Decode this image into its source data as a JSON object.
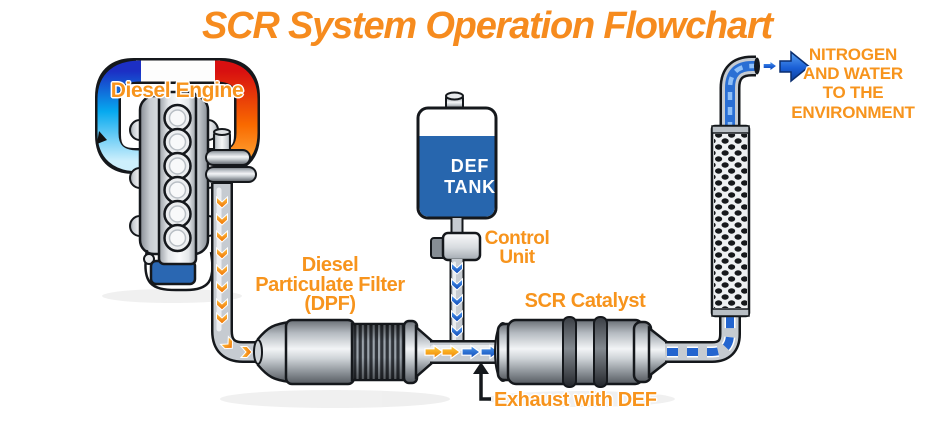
{
  "title": "SCR System Operation Flowchart",
  "colors": {
    "label_orange": "#F7941D",
    "title_orange": "#F68B1E",
    "def_tank_blue": "#2766AE",
    "flow_blue": "#1E5FD0",
    "flow_orange": "#F07F1A",
    "flow_yellow": "#FFD23E",
    "pipe_gray": "#C6CBD1"
  },
  "engine": {
    "label": "Diesel Engine"
  },
  "dpf": {
    "label_lines": [
      "Diesel",
      "Particulate Filter",
      "(DPF)"
    ]
  },
  "def_tank": {
    "label_lines": [
      "DEF",
      "TANK"
    ]
  },
  "control_unit": {
    "label_lines": [
      "Control",
      "Unit"
    ]
  },
  "scr_catalyst": {
    "label": "SCR Catalyst"
  },
  "junction": {
    "label": "Exhaust with DEF"
  },
  "outlet": {
    "label_lines": [
      "NITROGEN",
      "AND WATER",
      "TO THE",
      "ENVIRONMENT"
    ]
  }
}
